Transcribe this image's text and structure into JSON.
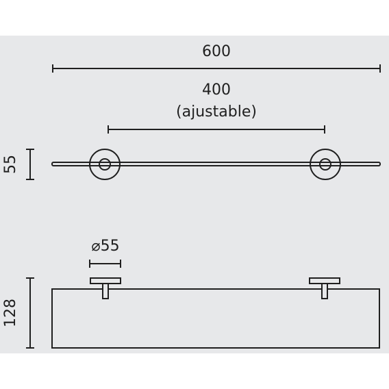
{
  "dimensions": {
    "total_width": "600",
    "adjustable_width": "400",
    "adjustable_note": "(ajustable)",
    "depth": "55",
    "diameter": "⌀55",
    "height": "128"
  },
  "colors": {
    "background": "#e7e8ea",
    "line": "#1f1f1f"
  }
}
